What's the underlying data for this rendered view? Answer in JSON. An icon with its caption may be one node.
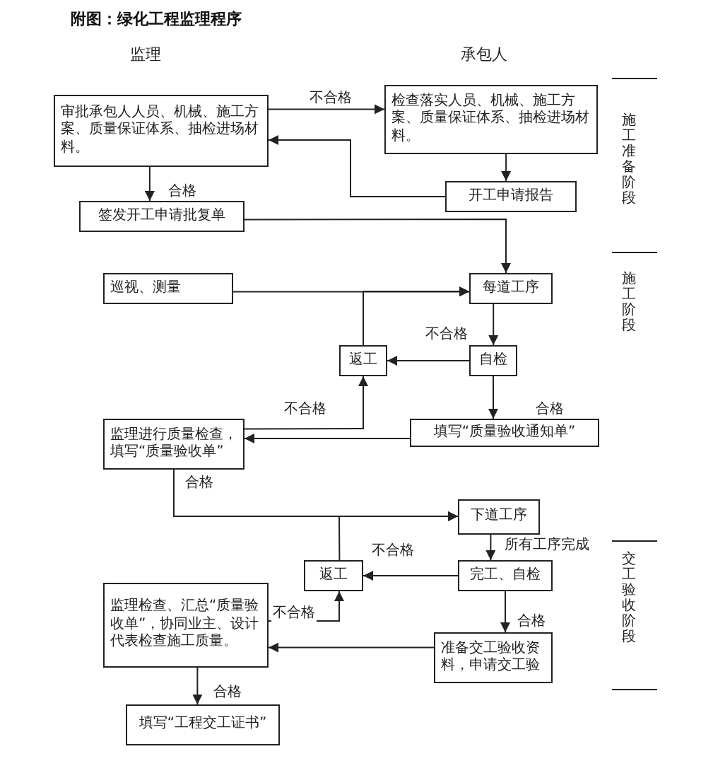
{
  "diagram": {
    "title": "附图：绿化工程监理程序",
    "nodes": [
      {
        "text": [
          "审批承包人人员、机械、施工方案、质量保证体系、抽检进场材料。"
        ]
      },
      {
        "text": [
          "检查落实人员、机械、施工方案、质量保证体系、抽检进场材料。"
        ]
      },
      {
        "text": [
          "开工申请报告"
        ]
      },
      {
        "text": [
          "签发开工申请批复单"
        ]
      },
      {
        "text": [
          "巡视、测量"
        ]
      },
      {
        "text": [
          "每道工序"
        ]
      },
      {
        "text": [
          "返工"
        ]
      },
      {
        "text": [
          "自检"
        ]
      },
      {
        "text": [
          "监理进行质量检查，填写“质量验收单”"
        ]
      },
      {
        "text": [
          "填写“质量验收通知单”"
        ]
      },
      {
        "text": [
          "下道工序"
        ]
      },
      {
        "text": [
          "返工"
        ]
      },
      {
        "text": [
          "完工、自检"
        ]
      },
      {
        "text": [
          "监理检查、汇总“质量验收单”，协同业主、设计代表检查施工质量。"
        ]
      },
      {
        "text": [
          "准备交工验收资料，申请交工验"
        ]
      },
      {
        "text": [
          "填写“工程交工证书”"
        ]
      }
    ],
    "edges": [
      {
        "from": 0,
        "to": 1,
        "arrow": "to",
        "label": "不合格"
      },
      {
        "from": 1,
        "to": 2,
        "arrow": "to"
      },
      {
        "from": 2,
        "to": 0,
        "arrow": "to"
      },
      {
        "from": 0,
        "to": 3,
        "arrow": "to",
        "label": "合格"
      },
      {
        "from": 3,
        "to": 5,
        "arrow": "to"
      },
      {
        "from": 4,
        "to": 5,
        "arrow": "to"
      },
      {
        "from": 5,
        "to": 7,
        "arrow": "to"
      },
      {
        "from": 7,
        "to": 6,
        "arrow": "to",
        "label": "不合格"
      },
      {
        "from": 7,
        "to": 9,
        "arrow": "to",
        "label": "合格"
      },
      {
        "from": 6,
        "to": 5,
        "arrow": "to"
      },
      {
        "from": 9,
        "to": 8,
        "arrow": "to"
      },
      {
        "from": 8,
        "to": 6,
        "arrow": "to",
        "label": "不合格"
      },
      {
        "from": 8,
        "to": 10,
        "arrow": "to",
        "label": "合格"
      },
      {
        "from": 10,
        "to": 12,
        "arrow": "to",
        "label": "所有工序完成"
      },
      {
        "from": 12,
        "to": 11,
        "arrow": "to",
        "label": "不合格"
      },
      {
        "from": 11,
        "to": 10,
        "arrow": "to"
      },
      {
        "from": 12,
        "to": 14,
        "arrow": "to",
        "label": "合格"
      },
      {
        "from": 14,
        "to": 13,
        "arrow": "to"
      },
      {
        "from": 13,
        "to": 11,
        "arrow": "to",
        "label": "不合格"
      },
      {
        "from": 13,
        "to": 15,
        "arrow": "to",
        "label": "合格"
      }
    ],
    "labels": [
      "监理",
      "承包人",
      "施工准备阶段",
      "施工阶段",
      "交工验收阶段"
    ]
  }
}
